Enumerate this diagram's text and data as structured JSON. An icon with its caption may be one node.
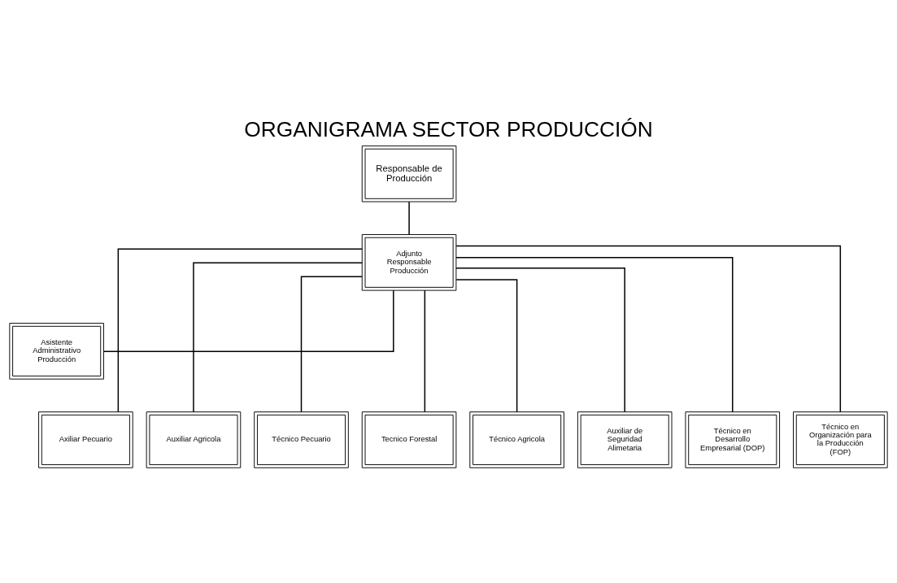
{
  "diagram": {
    "title": "ORGANIGRAMA SECTOR PRODUCCIÓN",
    "nodes": [
      {
        "text": [
          "Responsable de Producción"
        ]
      },
      {
        "text": [
          "Adjunto Responsable Producción"
        ]
      },
      {
        "text": [
          "Asistente Administrativo Producción"
        ]
      },
      {
        "text": [
          "Axiliar Pecuario"
        ]
      },
      {
        "text": [
          "Auxiliar Agricola"
        ]
      },
      {
        "text": [
          "Técnico Pecuario"
        ]
      },
      {
        "text": [
          "Tecnico Forestal"
        ]
      },
      {
        "text": [
          "Técnico Agricola"
        ]
      },
      {
        "text": [
          "Auxiliar de Seguridad Alimetaria"
        ]
      },
      {
        "text": [
          "Técnico en Desarrollo Empresarial (DOP)"
        ]
      },
      {
        "text": [
          "Técnico en Organización para la Producción (FOP)"
        ]
      }
    ],
    "edges": [
      {
        "from": 0,
        "to": 1,
        "arrow": "none"
      },
      {
        "from": 1,
        "to": 2,
        "arrow": "none"
      },
      {
        "from": 1,
        "to": 3,
        "arrow": "none"
      },
      {
        "from": 1,
        "to": 4,
        "arrow": "none"
      },
      {
        "from": 1,
        "to": 5,
        "arrow": "none"
      },
      {
        "from": 1,
        "to": 6,
        "arrow": "none"
      },
      {
        "from": 1,
        "to": 7,
        "arrow": "none"
      },
      {
        "from": 1,
        "to": 8,
        "arrow": "none"
      },
      {
        "from": 1,
        "to": 9,
        "arrow": "none"
      },
      {
        "from": 1,
        "to": 10,
        "arrow": "none"
      }
    ]
  }
}
